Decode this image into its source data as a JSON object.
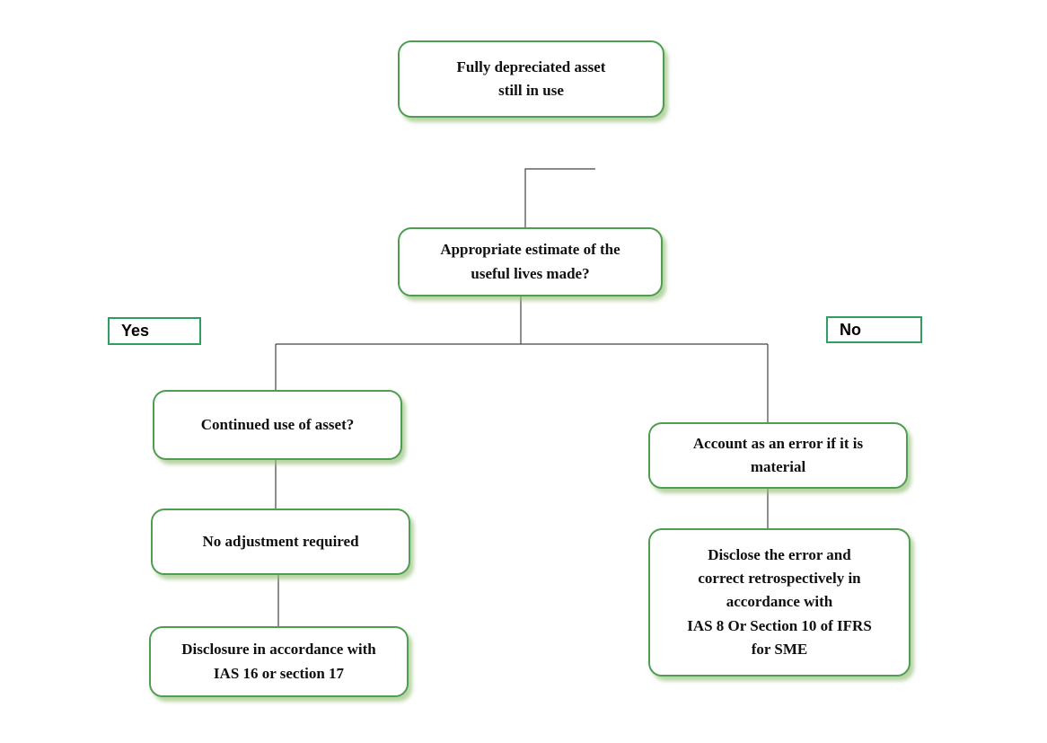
{
  "diagram": {
    "title": "Fully depreciated asset still in use - decision flowchart",
    "nodes": {
      "root": "Fully depreciated asset\nstill in use",
      "estimate": "Appropriate estimate of the\nuseful lives made?",
      "continued_use": "Continued use of asset?",
      "no_adjustment": "No adjustment required",
      "disclosure_ias16": "Disclosure in accordance with\nIAS 16 or section 17",
      "account_error": "Account as an error if it is\nmaterial",
      "disclose_error": "Disclose the error and\ncorrect retrospectively in\naccordance with\nIAS 8 Or Section 10 of IFRS\nfor SME"
    },
    "branch_labels": {
      "yes": "Yes",
      "no": "No"
    },
    "colors": {
      "box_border": "#4e9d50",
      "box_shadow": "rgba(148,190,118,0.65)",
      "label_border": "#2f9e60",
      "line": "#444444"
    }
  }
}
